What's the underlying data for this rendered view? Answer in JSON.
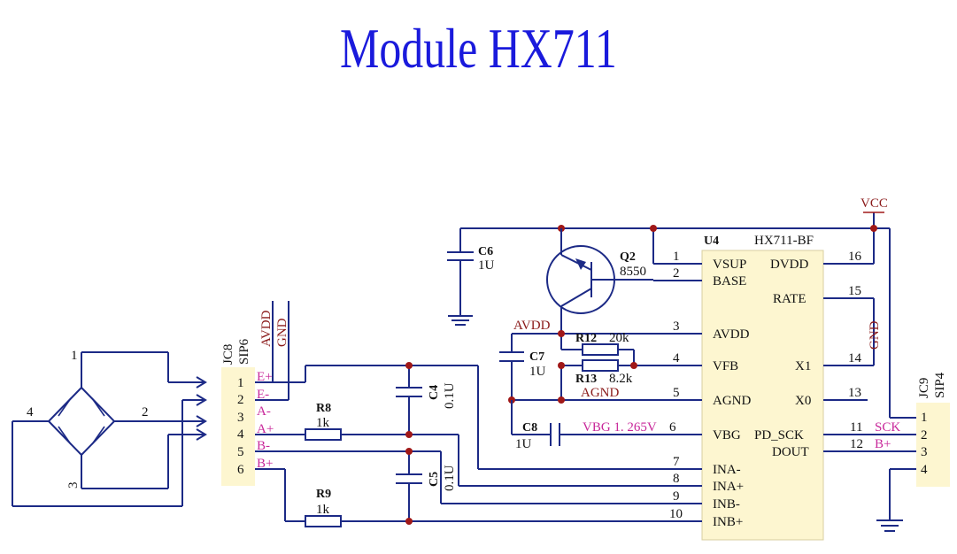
{
  "title": "Module HX711",
  "colors": {
    "wire": "#1c2a86",
    "title": "#1a1adc",
    "net": "#8a1a1a",
    "pin_label": "#c8289a",
    "junction": "#a01818",
    "ic_fill": "#fdf6d0"
  },
  "power": {
    "vcc": "VCC"
  },
  "bridge": {
    "pins": [
      "1",
      "2",
      "3",
      "4"
    ]
  },
  "jc8": {
    "ref": "JC8",
    "type": "SIP6",
    "pins": [
      "1",
      "2",
      "3",
      "4",
      "5",
      "6"
    ],
    "signals": [
      "E+",
      "E-",
      "A-",
      "A+",
      "B-",
      "B+"
    ],
    "nets": [
      "AVDD",
      "GND"
    ]
  },
  "jc9": {
    "ref": "JC9",
    "type": "SIP4",
    "pins": [
      "1",
      "2",
      "3",
      "4"
    ]
  },
  "u4": {
    "ref": "U4",
    "part": "HX711-BF",
    "left_pins": [
      {
        "num": "1",
        "name": "VSUP"
      },
      {
        "num": "2",
        "name": "BASE"
      },
      {
        "num": "3",
        "name": "AVDD"
      },
      {
        "num": "4",
        "name": "VFB"
      },
      {
        "num": "5",
        "name": "AGND"
      },
      {
        "num": "6",
        "name": "VBG"
      },
      {
        "num": "7",
        "name": "INA-"
      },
      {
        "num": "8",
        "name": "INA+"
      },
      {
        "num": "9",
        "name": "INB-"
      },
      {
        "num": "10",
        "name": "INB+"
      }
    ],
    "right_pins": [
      {
        "num": "16",
        "name": "DVDD"
      },
      {
        "num": "15",
        "name": "RATE"
      },
      {
        "num": "14",
        "name": "X1"
      },
      {
        "num": "13",
        "name": "X0"
      },
      {
        "num": "11",
        "name": "PD_SCK"
      },
      {
        "num": "12",
        "name": "DOUT"
      }
    ],
    "right_net_labels": [
      "SCK",
      "B+"
    ]
  },
  "components": {
    "c6": {
      "ref": "C6",
      "value": "1U"
    },
    "c7": {
      "ref": "C7",
      "value": "1U"
    },
    "c8": {
      "ref": "C8",
      "value": "1U"
    },
    "c4": {
      "ref": "C4",
      "value": "0.1U"
    },
    "c5": {
      "ref": "C5",
      "value": "0.1U"
    },
    "r8": {
      "ref": "R8",
      "value": "1k"
    },
    "r9": {
      "ref": "R9",
      "value": "1k"
    },
    "r12": {
      "ref": "R12",
      "value": "20k"
    },
    "r13": {
      "ref": "R13",
      "value": "8.2k"
    },
    "q2": {
      "ref": "Q2",
      "value": "8550"
    }
  },
  "nets": {
    "avdd": "AVDD",
    "agnd": "AGND",
    "gnd": "GND",
    "vbg": "VBG 1. 265V"
  }
}
